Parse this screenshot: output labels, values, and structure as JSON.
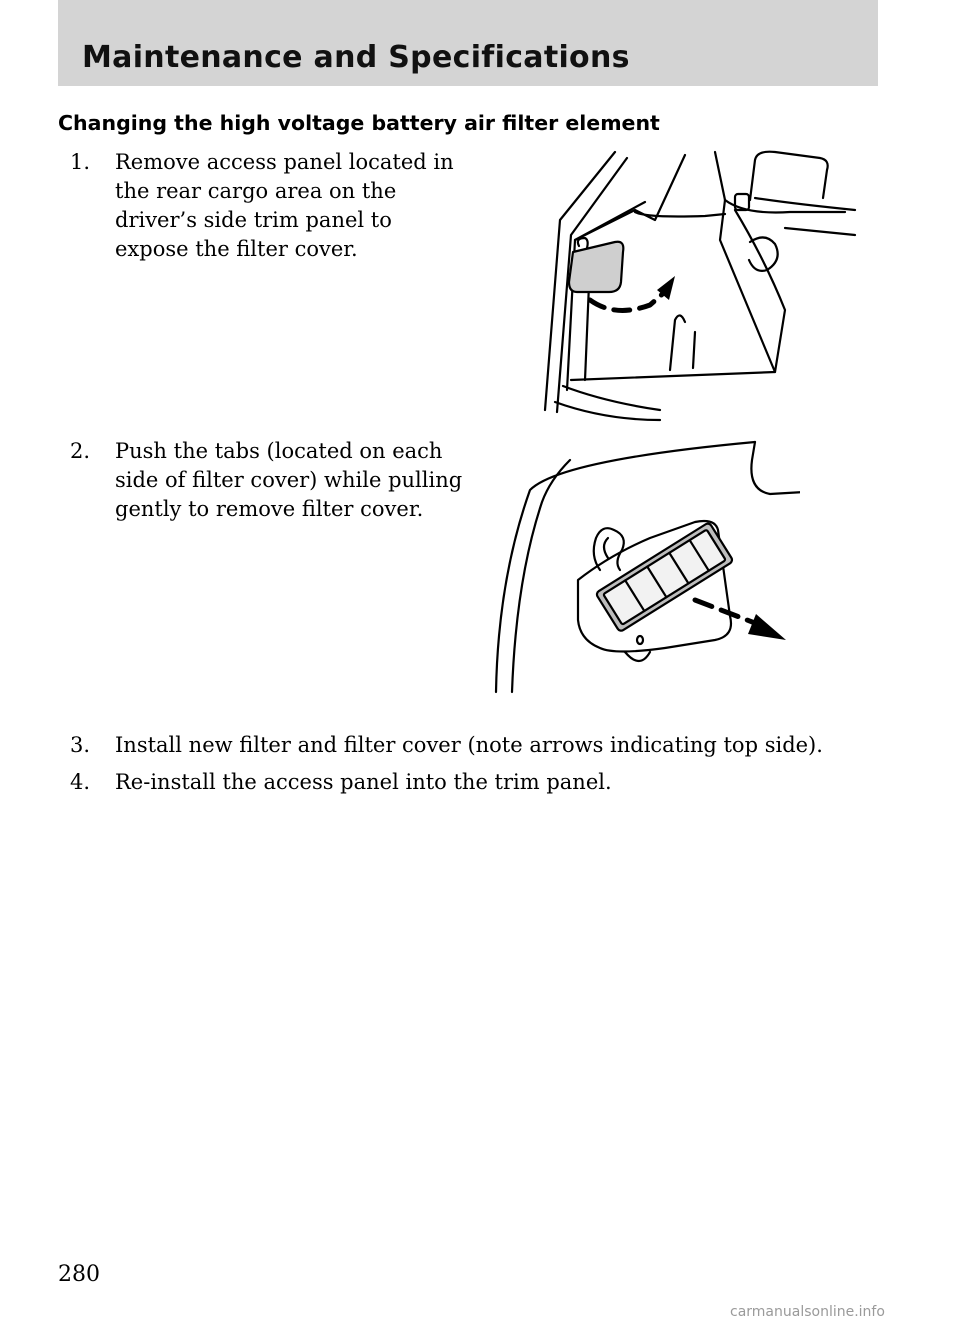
{
  "header": {
    "title": "Maintenance and Specifications"
  },
  "section": {
    "heading": "Changing the high voltage battery air filter element"
  },
  "steps": [
    {
      "number": "1.",
      "lines": [
        "Remove access panel located in",
        "the rear cargo area on the",
        "driver’s side trim panel to",
        "expose the filter cover."
      ]
    },
    {
      "number": "2.",
      "lines": [
        "Push the tabs (located on each",
        "side of filter cover) while pulling",
        "gently to remove filter cover."
      ]
    },
    {
      "number": "3.",
      "lines": [
        "Install new filter and filter cover (note arrows indicating top side)."
      ]
    },
    {
      "number": "4.",
      "lines": [
        "Re-install the access panel into the trim panel."
      ]
    }
  ],
  "footer": {
    "page_number": "280",
    "watermark": "carmanualsonline.info"
  }
}
